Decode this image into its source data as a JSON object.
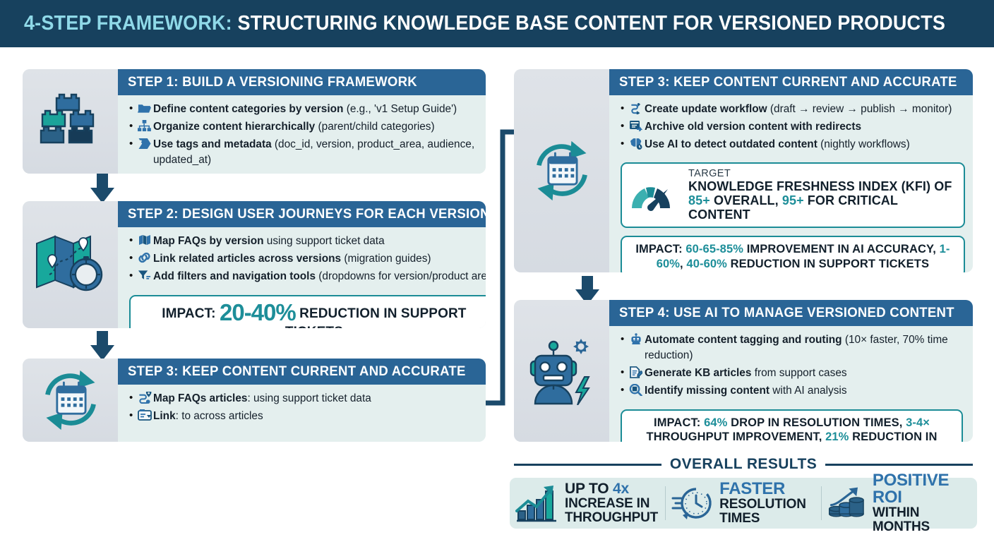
{
  "header": {
    "accent_text": "4-STEP FRAMEWORK:",
    "main_text": " STRUCTURING KNOWLEDGE BASE CONTENT FOR VERSIONED PRODUCTS",
    "bg_color": "#17415e",
    "accent_color": "#8fd9e8"
  },
  "colors": {
    "step_header": "#2a6596",
    "panel_body": "#e4efee",
    "icon_well": "#dde2e8",
    "teal": "#1d8e99",
    "navy": "#17415e",
    "blue": "#2f72ab"
  },
  "steps": [
    {
      "id": "step1",
      "icon": "lego-bricks-icon",
      "title": "STEP 1: BUILD A VERSIONING FRAMEWORK",
      "bullets": [
        {
          "icon": "folder-icon",
          "bold": "Define content categories by version",
          "rest": " (e.g., 'v1 Setup Guide')"
        },
        {
          "icon": "hierarchy-icon",
          "bold": "Organize content hierarchically",
          "rest": " (parent/child categories)"
        },
        {
          "icon": "tags-icon",
          "bold": "Use tags and metadata",
          "rest": " (doc_id, version, product_area, audience, updated_at)"
        }
      ]
    },
    {
      "id": "step2",
      "icon": "map-compass-icon",
      "title": "STEP 2: DESIGN USER JOURNEYS FOR EACH VERSION",
      "bullets": [
        {
          "icon": "map-icon",
          "bold": "Map FAQs by version",
          "rest": " using support ticket data"
        },
        {
          "icon": "link-icon",
          "bold": "Link related articles across versions",
          "rest": " (migration guides)"
        },
        {
          "icon": "filter-icon",
          "bold": "Add filters and navigation tools",
          "rest": " (dropdowns for version/product area)"
        }
      ],
      "impact": {
        "label": "IMPACT:",
        "value": "20-40%",
        "rest": "REDUCTION IN SUPPORT TICKETS"
      }
    },
    {
      "id": "step3-left",
      "icon": "calendar-refresh-icon",
      "title": "STEP 3: KEEP CONTENT CURRENT AND ACCURATE",
      "bullets": [
        {
          "icon": "map-pin-route-icon",
          "bold": "Map FAQs articles",
          "rest": ": using support ticket data"
        },
        {
          "icon": "article-card-icon",
          "bold": "Link",
          "rest": ": to across articles"
        }
      ]
    },
    {
      "id": "step3-right",
      "icon": "calendar-refresh-icon",
      "title": "STEP 3: KEEP CONTENT CURRENT AND ACCURATE",
      "bullets": [
        {
          "icon": "workflow-icon",
          "bold": "Create update workflow",
          "rest": " (draft → review → publish → monitor)"
        },
        {
          "icon": "archive-redirect-icon",
          "bold": "Archive old version content with redirects",
          "rest": ""
        },
        {
          "icon": "ai-brain-clock-icon",
          "bold": "Use AI to detect outdated content",
          "rest": " (nightly workflows)"
        }
      ],
      "target": {
        "icon": "gauge-icon",
        "label": "TARGET",
        "line1": "KNOWLEDGE FRESHNESS INDEX (KFI) OF",
        "line2_a": "85+",
        "line2_b": " OVERALL, ",
        "line2_c": "95+",
        "line2_d": " FOR CRITICAL CONTENT"
      },
      "impact_rich": {
        "label": "IMPACT: ",
        "p1": "60-65-85%",
        "t1": " IMPROVEMENT IN AI ACCURACY, ",
        "p2": "1-60%",
        "t2": ", ",
        "p3": "40-60%",
        "t3": " REDUCTION IN SUPPORT TICKETS"
      }
    },
    {
      "id": "step4",
      "icon": "robot-icon",
      "title": "STEP 4: USE AI TO MANAGE VERSIONED CONTENT",
      "bullets": [
        {
          "icon": "robot-small-icon",
          "bold": "Automate content tagging and routing",
          "rest": " (10× faster, 70% time reduction)"
        },
        {
          "icon": "document-edit-icon",
          "bold": "Generate KB articles",
          "rest": " from support cases"
        },
        {
          "icon": "search-doc-icon",
          "bold": "Identify missing content",
          "rest": " with AI analysis"
        }
      ],
      "impact_rich": {
        "label": "IMPACT: ",
        "p1": "64%",
        "t1": " DROP IN RESOLUTION TIMES, ",
        "p2": "3-4×",
        "t2": " THROUGHPUT IMPROVEMENT, ",
        "p3": "21%",
        "t3": " REDUCTION IN HANDLE TIME"
      }
    }
  ],
  "results": {
    "title": "OVERALL RESULTS",
    "items": [
      {
        "icon": "bar-chart-arrow-icon",
        "line1_a": "UP TO ",
        "line1_b": "4x",
        "line2": "INCREASE IN",
        "line3": "THROUGHPUT"
      },
      {
        "icon": "clock-icon",
        "headline": "FASTER",
        "line2": "RESOLUTION",
        "line3": "TIMES"
      },
      {
        "icon": "coins-growth-icon",
        "headline": "POSITIVE ROI",
        "line2": "WITHIN MONTHS"
      }
    ]
  }
}
